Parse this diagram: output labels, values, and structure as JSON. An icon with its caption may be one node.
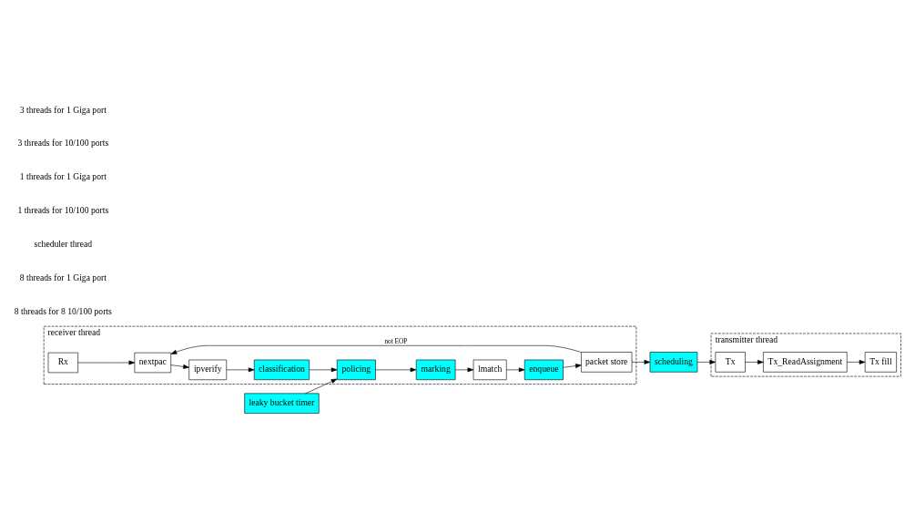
{
  "diagram": {
    "nodes": [
      {
        "text": [
          "receiver thread"
        ]
      },
      {
        "text": [
          "Rx"
        ],
        "in": 0
      },
      {
        "text": [
          "nextpac"
        ],
        "in": 0
      },
      {
        "text": [
          "ipverify"
        ],
        "in": 0
      },
      {
        "text": [
          "classification"
        ],
        "in": 0
      },
      {
        "text": [
          "policing"
        ],
        "in": 0
      },
      {
        "text": [
          "marking"
        ],
        "in": 0
      },
      {
        "text": [
          "lmatch"
        ],
        "in": 0
      },
      {
        "text": [
          "enqueue"
        ],
        "in": 0
      },
      {
        "text": [
          "packet store"
        ],
        "in": 0
      },
      {
        "text": [
          "leaky bucket timer"
        ]
      },
      {
        "text": [
          "scheduling"
        ]
      },
      {
        "text": [
          "transmitter thread"
        ]
      },
      {
        "text": [
          "Tx"
        ],
        "in": 12
      },
      {
        "text": [
          "Tx_ReadAssignment"
        ],
        "in": 12
      },
      {
        "text": [
          "Tx fill"
        ],
        "in": 12
      }
    ],
    "edges": [
      {
        "from": 1,
        "to": 2,
        "arrow": "to"
      },
      {
        "from": 2,
        "to": 3,
        "arrow": "to"
      },
      {
        "from": 3,
        "to": 4,
        "arrow": "to"
      },
      {
        "from": 4,
        "to": 5,
        "arrow": "to"
      },
      {
        "from": 10,
        "to": 5,
        "arrow": "to"
      },
      {
        "from": 5,
        "to": 6,
        "arrow": "to"
      },
      {
        "from": 6,
        "to": 7,
        "arrow": "to"
      },
      {
        "from": 7,
        "to": 8,
        "arrow": "to"
      },
      {
        "from": 8,
        "to": 9,
        "arrow": "to"
      },
      {
        "from": 9,
        "to": 2,
        "arrow": "to",
        "label": "not EOP"
      },
      {
        "from": 9,
        "to": 11,
        "arrow": "to"
      },
      {
        "from": 11,
        "to": 13,
        "arrow": "to"
      },
      {
        "from": 13,
        "to": 14,
        "arrow": "to"
      },
      {
        "from": 14,
        "to": 15,
        "arrow": "to"
      }
    ],
    "labels": [
      "8 threads for 8 10/100 ports",
      "8 threads for 1 Giga port",
      "scheduler thread",
      "1 threads for 10/100 ports",
      "1 threads for 1 Giga port",
      "3 threads for 10/100 ports",
      "3 threads for 1 Giga port"
    ]
  }
}
